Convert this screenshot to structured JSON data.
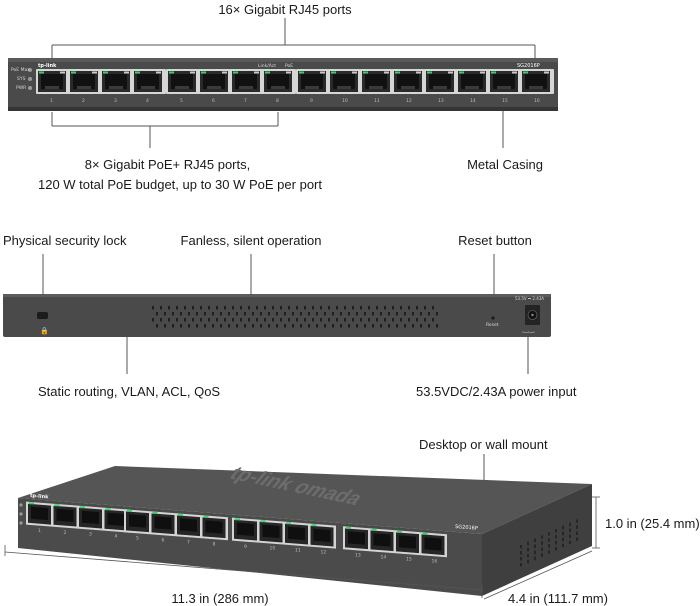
{
  "front": {
    "top_label": "16× Gigabit RJ45 ports",
    "poe_label_line1": "8× Gigabit PoE+ RJ45 ports,",
    "poe_label_line2": "120 W total PoE budget, up to 30 W PoE per port",
    "casing_label": "Metal Casing",
    "brand": "tp-link",
    "model": "SG2016P",
    "led_labels": [
      "PoE Max",
      "SYS",
      "PWR"
    ],
    "linkact_label": "Link/Act",
    "poe_port_label": "PoE",
    "port_numbers": [
      "1",
      "2",
      "3",
      "4",
      "5",
      "6",
      "7",
      "8",
      "9",
      "10",
      "11",
      "12",
      "13",
      "14",
      "15",
      "16"
    ]
  },
  "rear": {
    "lock_label": "Physical security lock",
    "fanless_label": "Fanless, silent operation",
    "reset_label": "Reset button",
    "routing_label": "Static routing, VLAN, ACL, QoS",
    "power_label": "53.5VDC/2.43A power input",
    "reset_text": "Reset",
    "power_rating_text": "53.5V ⎓ 2.43A"
  },
  "isometric": {
    "mount_label": "Desktop or wall mount",
    "height_label": "1.0 in (25.4 mm)",
    "width_label": "11.3 in (286 mm)",
    "depth_label": "4.4 in (111.7 mm)",
    "lid_brand": "tp-link omada",
    "model": "SG2016P"
  },
  "colors": {
    "chassis": "#4a4a4a",
    "chassis_dark": "#2e2e2e",
    "port_frame": "#d0d0d0",
    "led_green": "#3bd16f",
    "callout_line": "#555555"
  }
}
